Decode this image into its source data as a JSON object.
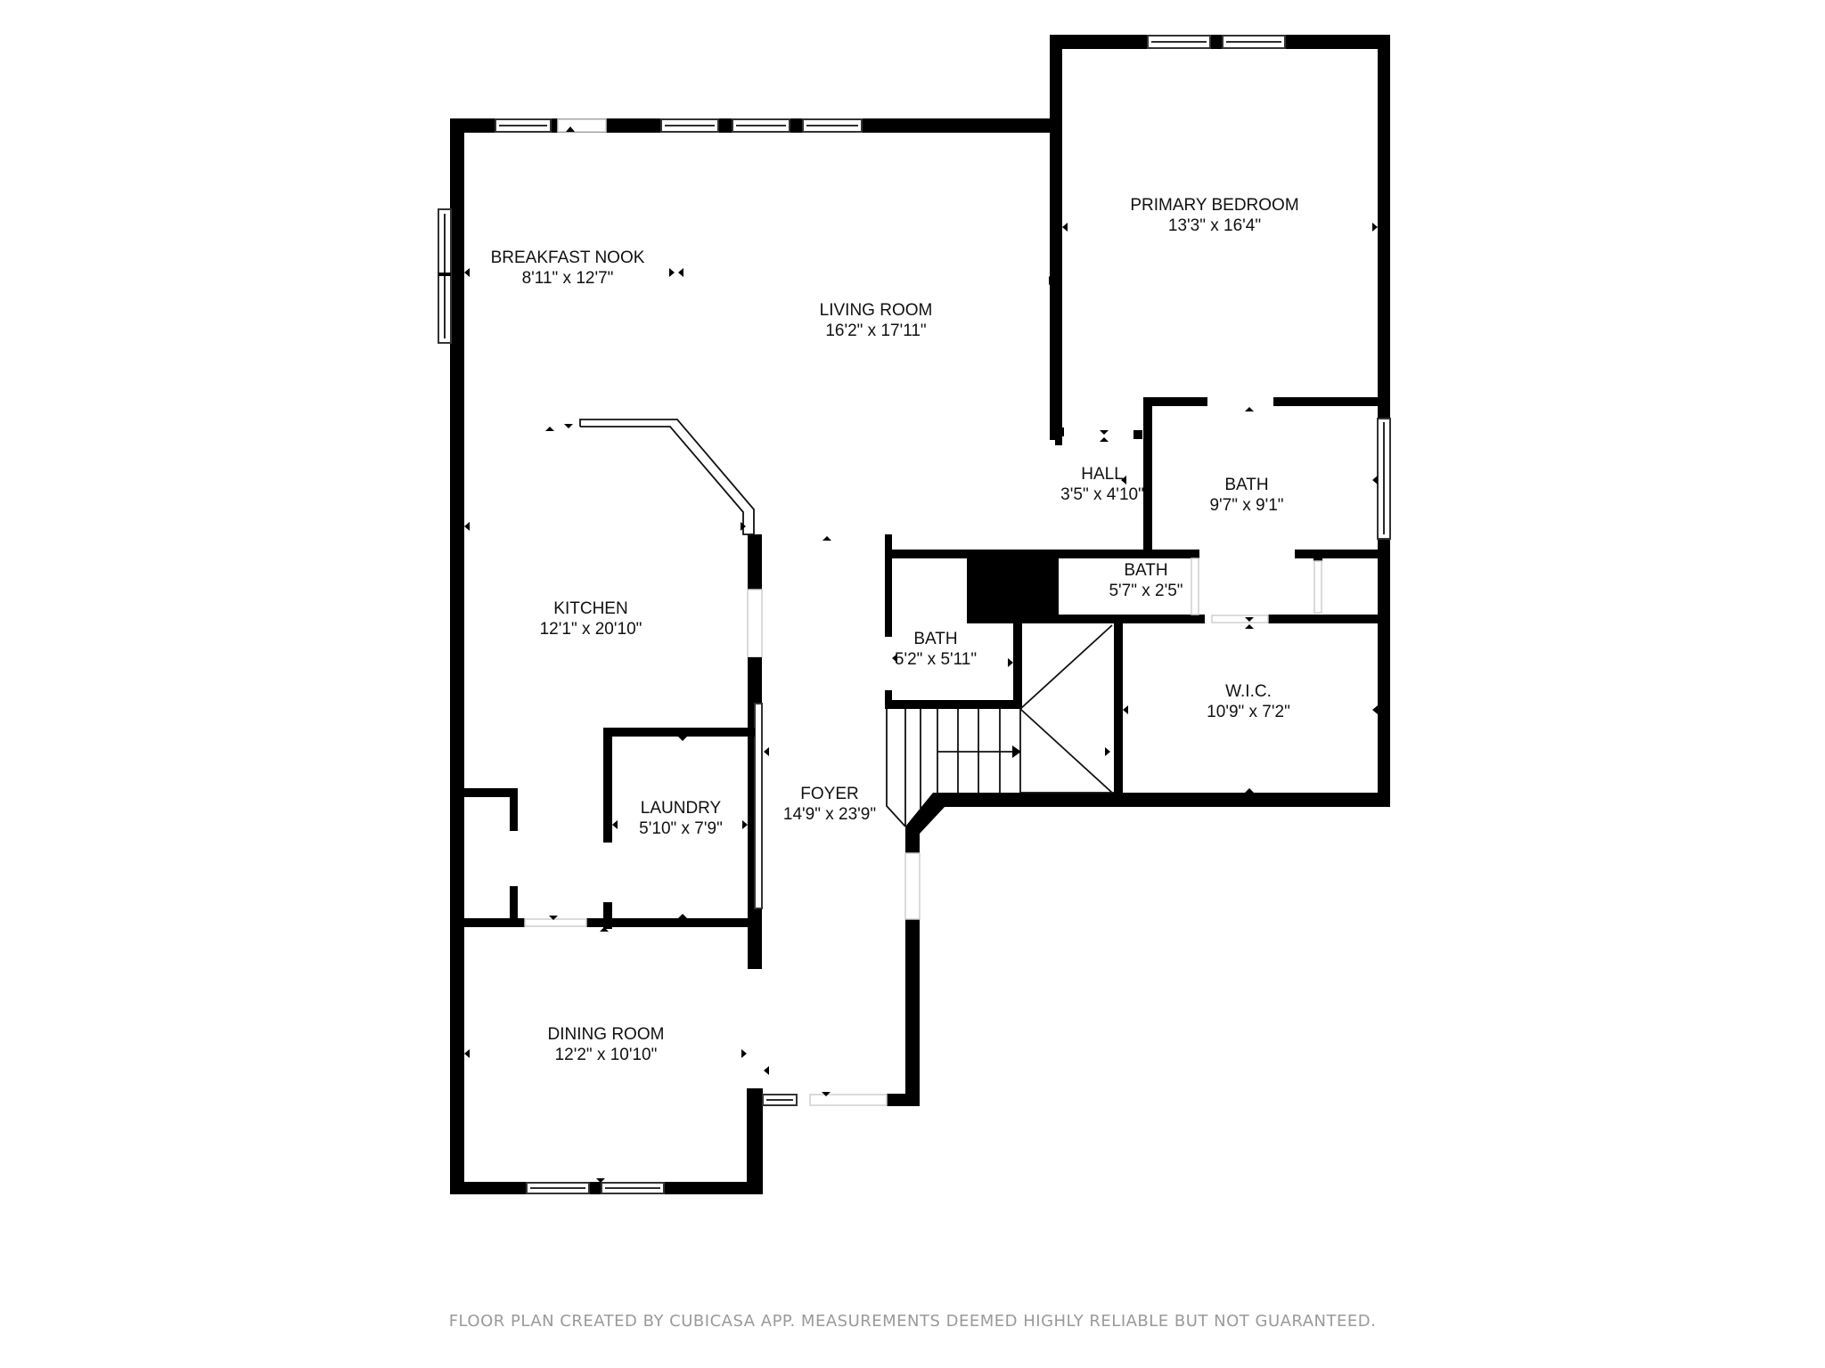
{
  "plan": {
    "rooms": [
      {
        "name": "BREAKFAST NOOK",
        "dims": "8'11\" x 12'7\""
      },
      {
        "name": "LIVING ROOM",
        "dims": "16'2\" x 17'11\""
      },
      {
        "name": "PRIMARY BEDROOM",
        "dims": "13'3\" x 16'4\""
      },
      {
        "name": "HALL",
        "dims": "3'5\" x 4'10\""
      },
      {
        "name": "BATH",
        "dims": "9'7\" x 9'1\""
      },
      {
        "name": "BATH",
        "dims": "5'7\" x 2'5\""
      },
      {
        "name": "KITCHEN",
        "dims": "12'1\" x 20'10\""
      },
      {
        "name": "BATH",
        "dims": "5'2\" x 5'11\""
      },
      {
        "name": "W.I.C.",
        "dims": "10'9\" x 7'2\""
      },
      {
        "name": "LAUNDRY",
        "dims": "5'10\" x 7'9\""
      },
      {
        "name": "FOYER",
        "dims": "14'9\" x 23'9\""
      },
      {
        "name": "DINING ROOM",
        "dims": "12'2\" x 10'10\""
      }
    ],
    "colors": {
      "wall": "#000000",
      "background": "#ffffff",
      "footer_text": "#9a9a9a"
    }
  },
  "footer": {
    "disclaimer": "FLOOR PLAN CREATED BY CUBICASA APP. MEASUREMENTS DEEMED HIGHLY RELIABLE BUT NOT GUARANTEED."
  }
}
